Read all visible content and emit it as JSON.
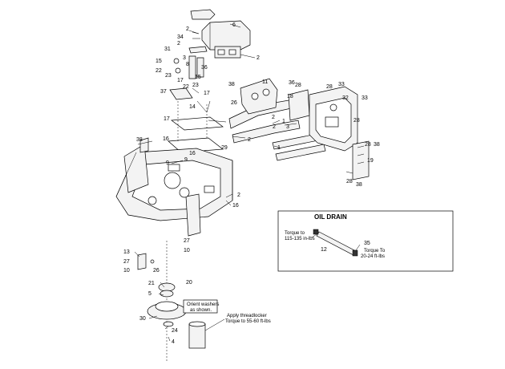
{
  "oil_drain": {
    "title": "OIL DRAIN",
    "torque_left_1": "Torque to",
    "torque_left_2": "115-135 in-lbs",
    "torque_right_1": "Torque To",
    "torque_right_2": "20-24 ft-lbs"
  },
  "notes": {
    "orient_1": "Orient washers",
    "orient_2": "as shown.",
    "thread_1": "Apply threadlocker",
    "thread_2": "Torque to 55-60 ft-lbs"
  },
  "callouts": {
    "c6": "6",
    "c2a": "2",
    "c34": "34",
    "c2b": "2",
    "c31": "31",
    "c3a": "3",
    "c8a": "8",
    "c15a": "15",
    "c2c": "2",
    "c22a": "22",
    "c23a": "23",
    "c36": "36",
    "c15b": "15",
    "c17a": "17",
    "c22b": "22",
    "c23b": "23",
    "c37": "37",
    "c14": "14",
    "c17b": "17",
    "c17c": "17",
    "c26": "26",
    "c38a": "38",
    "c11": "11",
    "c36b": "36",
    "c28a": "28",
    "c18": "18",
    "c28b": "28",
    "c33a": "33",
    "c32": "32",
    "c33b": "33",
    "c28c": "28",
    "c1a": "1",
    "c2d": "2",
    "c2e": "2",
    "c2f": "2",
    "c1b": "1",
    "c3b": "3",
    "c28d": "28",
    "c38b": "38",
    "c19": "19",
    "c28e": "28",
    "c38c": "38",
    "c38d": "38",
    "c16a": "16",
    "c29": "29",
    "c16b": "16",
    "c9a": "9",
    "c9b": "9",
    "c2g": "2",
    "c16c": "16",
    "c27a": "27",
    "c10a": "10",
    "c13": "13",
    "c27b": "27",
    "c10b": "10",
    "c26b": "26",
    "c21": "21",
    "c5": "5",
    "c20": "20",
    "c30": "30",
    "c24": "24",
    "c4": "4",
    "c12": "12",
    "c35": "35"
  }
}
